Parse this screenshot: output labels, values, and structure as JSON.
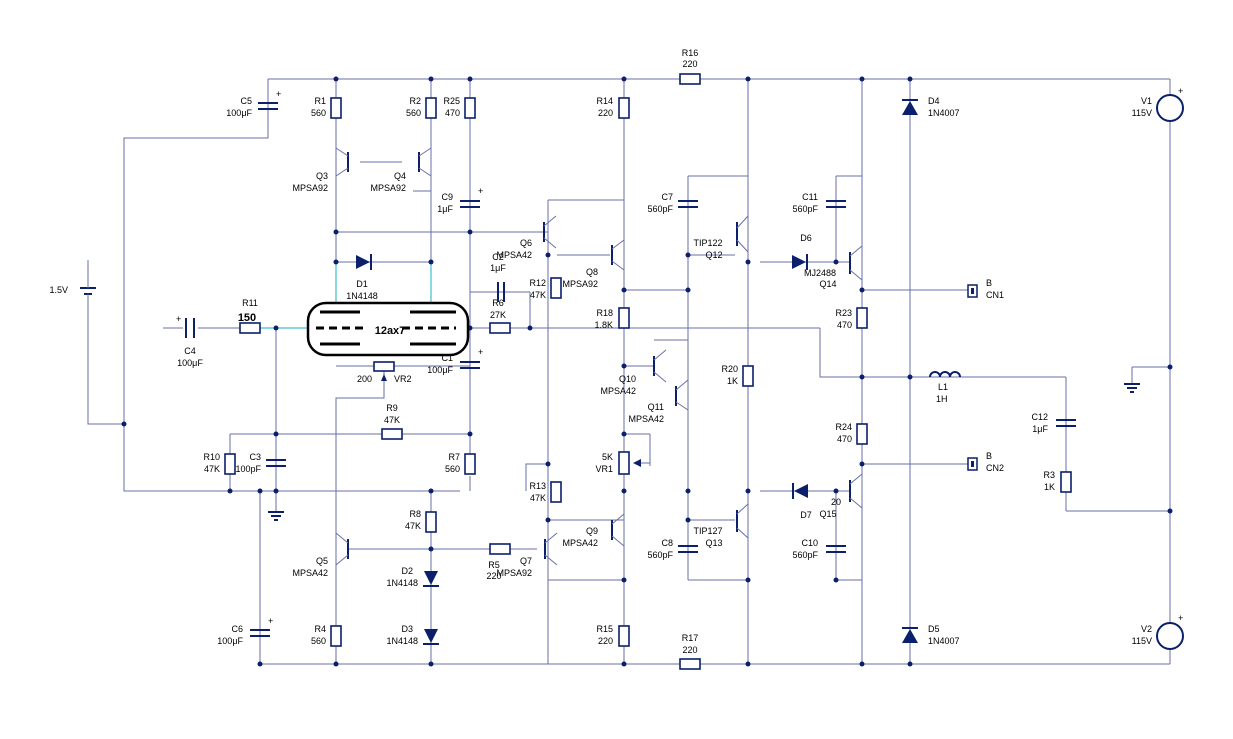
{
  "resistors": [
    {
      "id": "r1",
      "ref": "R1",
      "val": "560"
    },
    {
      "id": "r2",
      "ref": "R2",
      "val": "560"
    },
    {
      "id": "r25",
      "ref": "R25",
      "val": "470"
    },
    {
      "id": "r14",
      "ref": "R14",
      "val": "220"
    },
    {
      "id": "r16",
      "ref": "R16",
      "val": "220"
    },
    {
      "id": "r11",
      "ref": "R11",
      "val": "150"
    },
    {
      "id": "r6",
      "ref": "R6",
      "val": "27K"
    },
    {
      "id": "r12",
      "ref": "R12",
      "val": "47K"
    },
    {
      "id": "r18",
      "ref": "R18",
      "val": "1.8K"
    },
    {
      "id": "r20",
      "ref": "R20",
      "val": "1K"
    },
    {
      "id": "r23",
      "ref": "R23",
      "val": "470"
    },
    {
      "id": "r24",
      "ref": "R24",
      "val": "470"
    },
    {
      "id": "r9",
      "ref": "R9",
      "val": "47K"
    },
    {
      "id": "r10",
      "ref": "R10",
      "val": "47K"
    },
    {
      "id": "r7",
      "ref": "R7",
      "val": "560"
    },
    {
      "id": "r13",
      "ref": "R13",
      "val": "47K"
    },
    {
      "id": "r8",
      "ref": "R8",
      "val": "47K"
    },
    {
      "id": "r5",
      "ref": "R5",
      "val": "220"
    },
    {
      "id": "r4",
      "ref": "R4",
      "val": "560"
    },
    {
      "id": "r15",
      "ref": "R15",
      "val": "220"
    },
    {
      "id": "r17",
      "ref": "R17",
      "val": "220"
    },
    {
      "id": "r3",
      "ref": "R3",
      "val": "1K"
    }
  ],
  "capacitors": [
    {
      "id": "c5",
      "ref": "C5",
      "val": "100μF"
    },
    {
      "id": "c9",
      "ref": "C9",
      "val": "1μF"
    },
    {
      "id": "c7",
      "ref": "C7",
      "val": "560pF"
    },
    {
      "id": "c11",
      "ref": "C11",
      "val": "560pF"
    },
    {
      "id": "c4",
      "ref": "C4",
      "val": "100μF"
    },
    {
      "id": "c2",
      "ref": "C2",
      "val": "1μF"
    },
    {
      "id": "c1",
      "ref": "C1",
      "val": "100μF"
    },
    {
      "id": "c3",
      "ref": "C3",
      "val": "100pF"
    },
    {
      "id": "c8",
      "ref": "C8",
      "val": "560pF"
    },
    {
      "id": "c10",
      "ref": "C10",
      "val": "560pF"
    },
    {
      "id": "c6",
      "ref": "C6",
      "val": "100μF"
    },
    {
      "id": "c12",
      "ref": "C12",
      "val": "1μF"
    }
  ],
  "transistors": [
    {
      "id": "q3",
      "ref": "Q3",
      "val": "MPSA92"
    },
    {
      "id": "q4",
      "ref": "Q4",
      "val": "MPSA92"
    },
    {
      "id": "q6",
      "ref": "Q6",
      "val": "MPSA42"
    },
    {
      "id": "q8",
      "ref": "Q8",
      "val": "MPSA92"
    },
    {
      "id": "q12",
      "ref": "Q12",
      "val": "TIP122"
    },
    {
      "id": "q14",
      "ref": "Q14",
      "val": "MJ2488"
    },
    {
      "id": "q10",
      "ref": "Q10",
      "val": "MPSA42"
    },
    {
      "id": "q11",
      "ref": "Q11",
      "val": "MPSA42"
    },
    {
      "id": "q5",
      "ref": "Q5",
      "val": "MPSA42"
    },
    {
      "id": "q7",
      "ref": "Q7",
      "val": "MPSA92"
    },
    {
      "id": "q9",
      "ref": "Q9",
      "val": "MPSA42"
    },
    {
      "id": "q13",
      "ref": "Q13",
      "val": "TIP127"
    },
    {
      "id": "q15",
      "ref": "Q15",
      "val": "20"
    }
  ],
  "diodes": [
    {
      "id": "d1",
      "ref": "D1",
      "val": "1N4148"
    },
    {
      "id": "d2",
      "ref": "D2",
      "val": "1N4148"
    },
    {
      "id": "d3",
      "ref": "D3",
      "val": "1N4148"
    },
    {
      "id": "d4",
      "ref": "D4",
      "val": "1N4007"
    },
    {
      "id": "d5",
      "ref": "D5",
      "val": "1N4007"
    },
    {
      "id": "d6",
      "ref": "D6",
      "val": ""
    },
    {
      "id": "d7",
      "ref": "D7",
      "val": ""
    }
  ],
  "sources": [
    {
      "id": "v1",
      "ref": "V1",
      "val": "115V"
    },
    {
      "id": "v2",
      "ref": "V2",
      "val": "115V"
    },
    {
      "id": "vbat",
      "ref": "",
      "val": "1.5V"
    }
  ],
  "misc": {
    "tube": "12ax7",
    "vr2_ref": "VR2",
    "vr2_val": "200",
    "vr1_ref": "VR1",
    "vr1_val": "5K",
    "l1_ref": "L1",
    "l1_val": "1H",
    "cn1_ref": "CN1",
    "cn1_pin": "B",
    "cn2_ref": "CN2",
    "cn2_pin": "B"
  }
}
